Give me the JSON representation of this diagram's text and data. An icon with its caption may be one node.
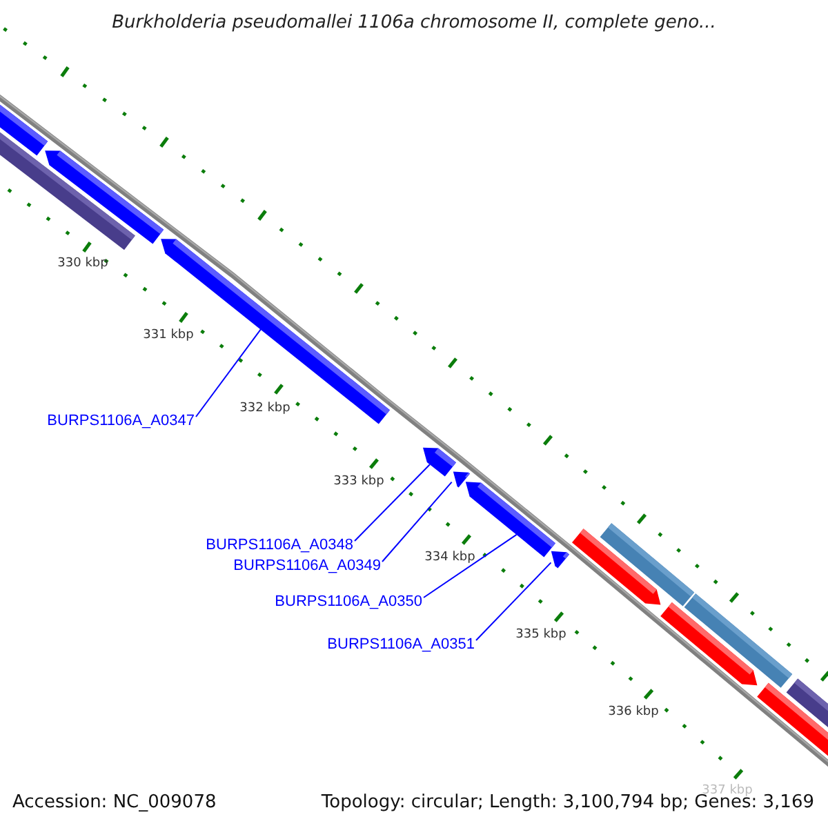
{
  "diagram": {
    "title": "Burkholderia pseudomallei 1106a chromosome II, complete geno...",
    "nodes": [
      {
        "text": [
          "BURPS1106A_A0347"
        ]
      },
      {
        "text": [
          "BURPS1106A_A0348"
        ]
      },
      {
        "text": [
          "BURPS1106A_A0349"
        ]
      },
      {
        "text": [
          "BURPS1106A_A0350"
        ]
      },
      {
        "text": [
          "BURPS1106A_A0351"
        ]
      },
      {
        "text": [],
        "shape": "box"
      },
      {
        "text": [],
        "shape": "box"
      },
      {
        "text": [],
        "shape": "box"
      },
      {
        "text": [],
        "shape": "box"
      },
      {
        "text": [],
        "shape": "box"
      },
      {
        "text": [],
        "shape": "box"
      },
      {
        "text": [],
        "shape": "box"
      },
      {
        "text": [],
        "shape": "box"
      },
      {
        "text": [],
        "shape": "box"
      },
      {
        "text": [],
        "shape": "box"
      },
      {
        "text": [],
        "shape": "box"
      },
      {
        "text": [],
        "shape": "box"
      },
      {
        "text": [],
        "shape": "box"
      },
      {
        "text": [],
        "shape": "box"
      }
    ],
    "edges": [
      {
        "from": 0,
        "to": 8,
        "arrow": "none"
      },
      {
        "from": 1,
        "to": 9,
        "arrow": "none"
      },
      {
        "from": 2,
        "to": 10,
        "arrow": "none"
      },
      {
        "from": 3,
        "to": 11,
        "arrow": "none"
      },
      {
        "from": 4,
        "to": 12,
        "arrow": "none"
      }
    ],
    "labels": [
      "330 kbp",
      "331 kbp",
      "332 kbp",
      "333 kbp",
      "334 kbp",
      "335 kbp",
      "336 kbp",
      "337 kbp",
      "Accession: NC_009078",
      "Topology: circular; Length: 3,100,794 bp; Genes: 3,169"
    ]
  }
}
